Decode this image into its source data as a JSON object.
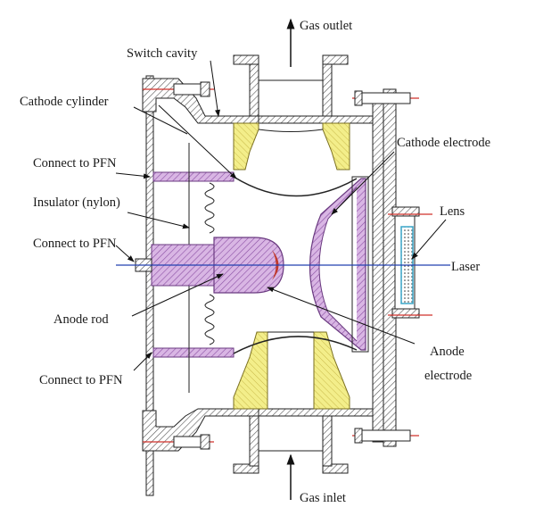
{
  "labels": {
    "gas_outlet": "Gas outlet",
    "gas_inlet": "Gas inlet",
    "switch_cavity": "Switch cavity",
    "cathode_cylinder": "Cathode cylinder",
    "cathode_electrode": "Cathode electrode",
    "connect_pfn_1": "Connect to PFN",
    "connect_pfn_2": "Connect to PFN",
    "connect_pfn_3": "Connect to PFN",
    "insulator": "Insulator (nylon)",
    "lens": "Lens",
    "laser": "Laser",
    "anode_rod": "Anode rod",
    "anode_electrode_line1": "Anode",
    "anode_electrode_line2": "electrode"
  },
  "colors": {
    "hatch_gray": "#444444",
    "insulator_yellow": "#f3ee8a",
    "metal_purple": "#a66fbf",
    "anode_tip_red": "#c0392b",
    "laser_blue": "#2340b0",
    "lens_cyan": "#3aa6c9",
    "bolt_red": "#d0302a"
  }
}
